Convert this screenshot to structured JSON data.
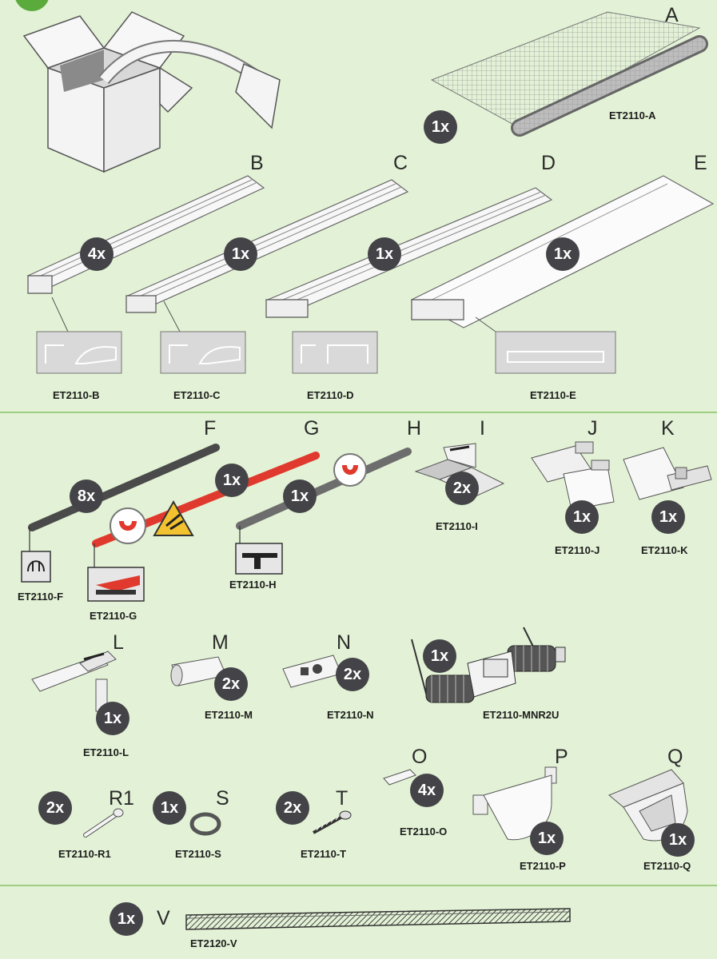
{
  "colors": {
    "background": "#e3f2d6",
    "separator": "#9fcd84",
    "badge": "#444448",
    "gasket_red": "#e03a2e",
    "warning_yellow": "#f2c230"
  },
  "items": [
    {
      "letter": "A",
      "qty": "1x",
      "code": "ET2110-A"
    },
    {
      "letter": "B",
      "qty": "4x",
      "code": "ET2110-B"
    },
    {
      "letter": "C",
      "qty": "1x",
      "code": "ET2110-C"
    },
    {
      "letter": "D",
      "qty": "1x",
      "code": "ET2110-D"
    },
    {
      "letter": "E",
      "qty": "1x",
      "code": "ET2110-E"
    },
    {
      "letter": "F",
      "qty": "8x",
      "code": "ET2110-F"
    },
    {
      "letter": "G",
      "qty": "1x",
      "code": "ET2110-G"
    },
    {
      "letter": "H",
      "qty": "1x",
      "code": "ET2110-H"
    },
    {
      "letter": "I",
      "qty": "2x",
      "code": "ET2110-I"
    },
    {
      "letter": "J",
      "qty": "1x",
      "code": "ET2110-J"
    },
    {
      "letter": "K",
      "qty": "1x",
      "code": "ET2110-K"
    },
    {
      "letter": "L",
      "qty": "1x",
      "code": "ET2110-L"
    },
    {
      "letter": "M",
      "qty": "2x",
      "code": "ET2110-M"
    },
    {
      "letter": "N",
      "qty": "2x",
      "code": "ET2110-N"
    },
    {
      "letter": "",
      "qty": "1x",
      "code": "ET2110-MNR2U"
    },
    {
      "letter": "O",
      "qty": "4x",
      "code": "ET2110-O"
    },
    {
      "letter": "P",
      "qty": "1x",
      "code": "ET2110-P"
    },
    {
      "letter": "Q",
      "qty": "1x",
      "code": "ET2110-Q"
    },
    {
      "letter": "R1",
      "qty": "2x",
      "code": "ET2110-R1"
    },
    {
      "letter": "S",
      "qty": "1x",
      "code": "ET2110-S"
    },
    {
      "letter": "T",
      "qty": "2x",
      "code": "ET2110-T"
    },
    {
      "letter": "V",
      "qty": "1x",
      "code": "ET2120-V"
    }
  ]
}
